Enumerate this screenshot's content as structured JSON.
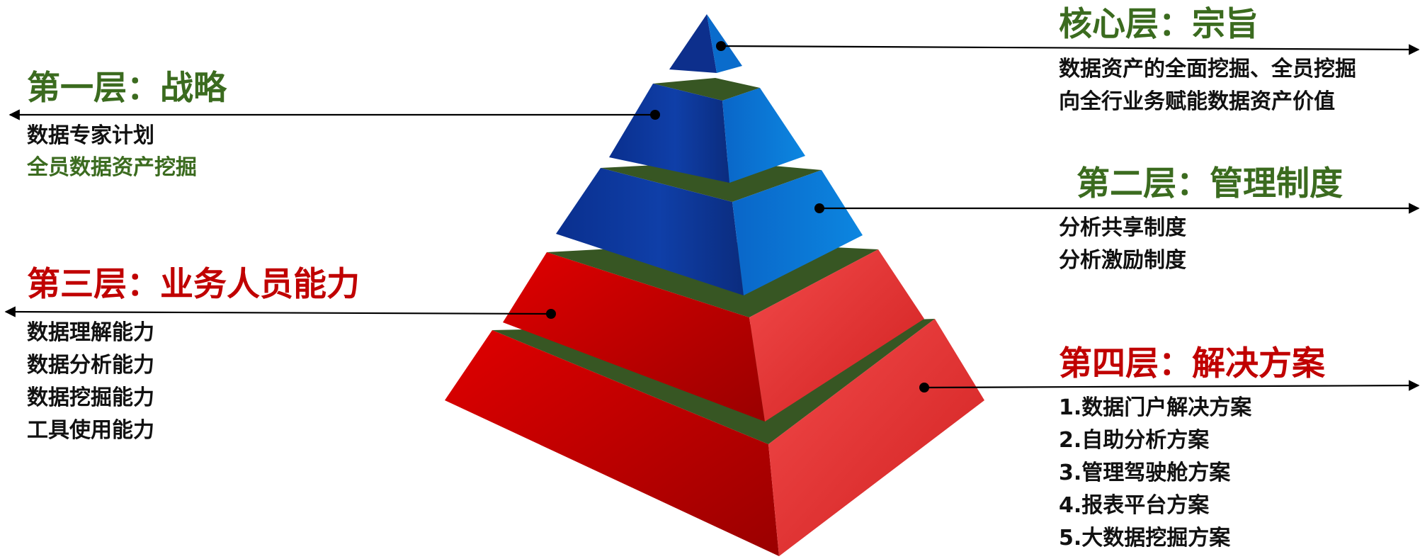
{
  "colors": {
    "heading_green": "#3b6b1f",
    "heading_red": "#c00000",
    "body_text": "#111111",
    "band": "#375623",
    "blue_dark": "#0b2c8c",
    "blue_light": "#0a7ad6",
    "red_dark": "#a00000",
    "red_light": "#f04848"
  },
  "core": {
    "title": "核心层：宗旨",
    "lines": [
      "数据资产的全面挖掘、全员挖掘",
      "向全行业务赋能数据资产价值"
    ]
  },
  "layer1": {
    "title": "第一层：战略",
    "lines": [
      "数据专家计划",
      "全员数据资产挖掘"
    ]
  },
  "layer2": {
    "title": "第二层：管理制度",
    "lines": [
      "分析共享制度",
      "分析激励制度"
    ]
  },
  "layer3": {
    "title": "第三层：业务人员能力",
    "lines": [
      "数据理解能力",
      "数据分析能力",
      "数据挖掘能力",
      "工具使用能力"
    ]
  },
  "layer4": {
    "title": "第四层：解决方案",
    "lines": [
      "1.数据门户解决方案",
      "2.自助分析方案",
      "3.管理驾驶舱方案",
      "4.报表平台方案",
      "5.大数据挖掘方案"
    ]
  }
}
